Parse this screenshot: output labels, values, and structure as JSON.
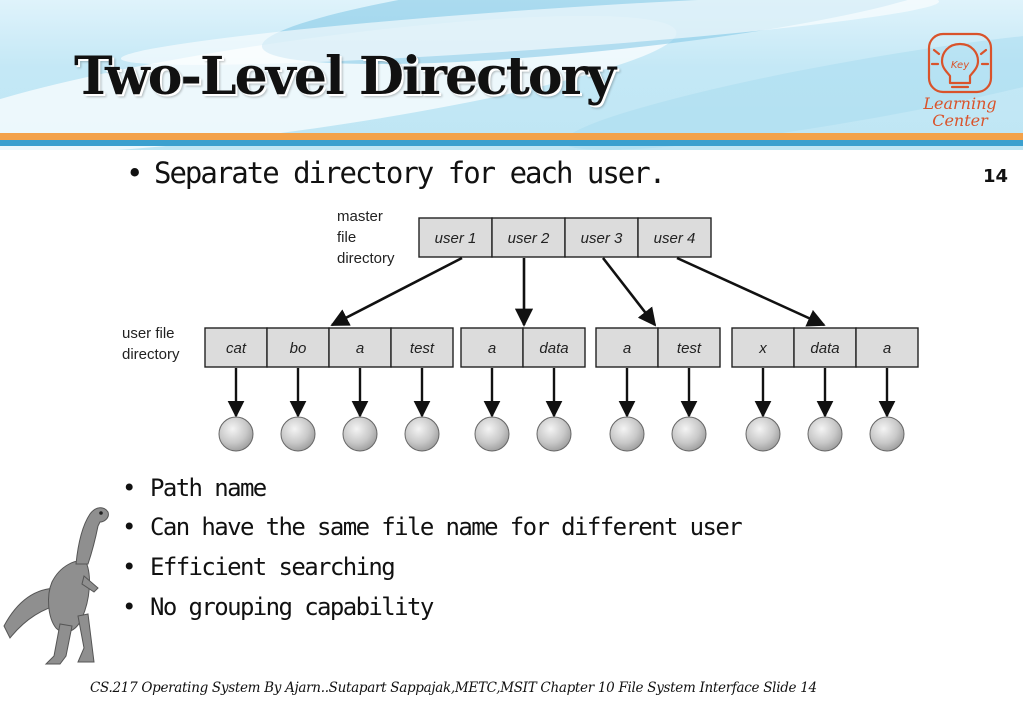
{
  "header": {
    "title": "Two-Level Directory"
  },
  "logo": {
    "line1": "Learning",
    "line2": "Center",
    "key_text": "Key",
    "icon": "lightbulb-icon"
  },
  "slide_number": "14",
  "main_bullet": "Separate directory for each user.",
  "diagram": {
    "master_label": [
      "master",
      "file",
      "directory"
    ],
    "user_label": [
      "user  file",
      "directory"
    ],
    "users": [
      "user 1",
      "user 2",
      "user 3",
      "user 4"
    ],
    "user_dirs": [
      [
        "cat",
        "bo",
        "a",
        "test"
      ],
      [
        "a",
        "data"
      ],
      [
        "a",
        "test"
      ],
      [
        "x",
        "data",
        "a"
      ]
    ]
  },
  "bullets": [
    "Path name",
    "Can have the same file name for different user",
    "Efficient searching",
    "No grouping capability"
  ],
  "footer": "CS.217 Operating System By  Ajarn..Sutapart Sappajak,METC,MSIT Chapter 10 File System Interface   Slide  14",
  "colors": {
    "orange_bar": "#f3a24a",
    "blue_bar": "#3aa0cf",
    "box_fill": "#dcdcdc"
  }
}
